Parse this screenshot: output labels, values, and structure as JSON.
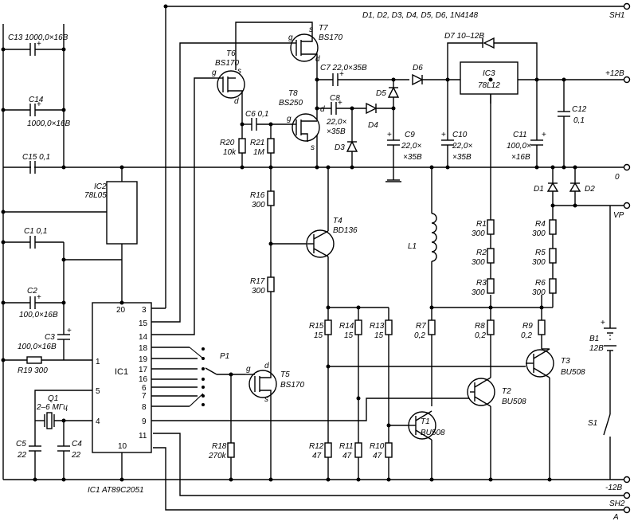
{
  "ic1": {
    "name": "IC1",
    "caption": "IC1 AT89C2051",
    "pins": {
      "p20": "20",
      "p3": "3",
      "p15": "15",
      "p14": "14",
      "p18": "18",
      "p19": "19",
      "p17": "17",
      "p16": "16",
      "p6": "6",
      "p7": "7",
      "p8": "8",
      "p1": "1",
      "p5": "5",
      "p4": "4",
      "p9": "9",
      "p11": "11",
      "p10": "10"
    }
  },
  "ic2": {
    "name": "IC2",
    "part": "78L05"
  },
  "ic3": {
    "name": "IC3",
    "part": "78L12"
  },
  "diode_note": "D1, D2, D3, D4, D5, D6, 1N4148",
  "terminals": {
    "sh1": "SH1",
    "p12": "+12В",
    "zero": "0",
    "vp": "VP",
    "m12": "-12В",
    "sh2": "SH2",
    "a": "A"
  },
  "caps": {
    "c13": "C13 1000,0×16В",
    "c14_name": "C14",
    "c14_val": "1000,0×16В",
    "c15": "C15 0,1",
    "c1": "C1 0,1",
    "c2_name": "C2",
    "c2_val": "100,0×16В",
    "c3_name": "C3",
    "c3_val": "100,0×16В",
    "c5_name": "C5",
    "c5_val": "22",
    "c4_name": "C4",
    "c4_val": "22",
    "c6": "C6 0,1",
    "c7": "C7 22,0×35В",
    "c8": "C8",
    "c8_val1": "22,0×",
    "c8_val2": "×35В",
    "c9_name": "C9",
    "c9_val1": "22,0×",
    "c9_val2": "×35В",
    "c10_name": "C10",
    "c10_val1": "22,0×",
    "c10_val2": "×35В",
    "c11_name": "C11",
    "c11_val1": "100,0×",
    "c11_val2": "×16В",
    "c12_name": "C12",
    "c12_val": "0,1"
  },
  "transistors": {
    "t7_name": "T7",
    "t7_part": "BS170",
    "t6_name": "T6",
    "t6_part": "BS170",
    "t8_name": "T8",
    "t8_part": "BS250",
    "t4_name": "T4",
    "t4_part": "BD136",
    "t5_name": "T5",
    "t5_part": "BS170",
    "t1_name": "T1",
    "t1_part": "BU508",
    "t2_name": "T2",
    "t2_part": "BU508",
    "t3_name": "T3",
    "t3_part": "BU508",
    "g": "g",
    "s": "s",
    "d": "d"
  },
  "resistors": {
    "r20_name": "R20",
    "r20_val": "10k",
    "r21_name": "R21",
    "r21_val": "1M",
    "r16_name": "R16",
    "r16_val": "300",
    "r17_name": "R17",
    "r17_val": "300",
    "r18_name": "R18",
    "r18_val": "270k",
    "r19": "R19 300",
    "r15_name": "R15",
    "r15_val": "15",
    "r14_name": "R14",
    "r14_val": "15",
    "r13_name": "R13",
    "r13_val": "15",
    "r12_name": "R12",
    "r12_val": "47",
    "r11_name": "R11",
    "r11_val": "47",
    "r10_name": "R10",
    "r10_val": "47",
    "r7_name": "R7",
    "r7_val": "0,2",
    "r8_name": "R8",
    "r8_val": "0,2",
    "r9_name": "R9",
    "r9_val": "0,2",
    "r1_name": "R1",
    "r1_val": "300",
    "r2_name": "R2",
    "r2_val": "300",
    "r3_name": "R3",
    "r3_val": "300",
    "r4_name": "R4",
    "r4_val": "300",
    "r5_name": "R5",
    "r5_val": "300",
    "r6_name": "R6",
    "r6_val": "300"
  },
  "misc": {
    "q1_name": "Q1",
    "q1_val": "2–6 МГц",
    "p1": "P1",
    "l1": "L1",
    "d7": "D7 10–12В",
    "d1": "D1",
    "d2": "D2",
    "d3": "D3",
    "d4": "D4",
    "d5": "D5",
    "d6": "D6",
    "b1_name": "B1",
    "b1_val": "12В",
    "s1": "S1"
  }
}
